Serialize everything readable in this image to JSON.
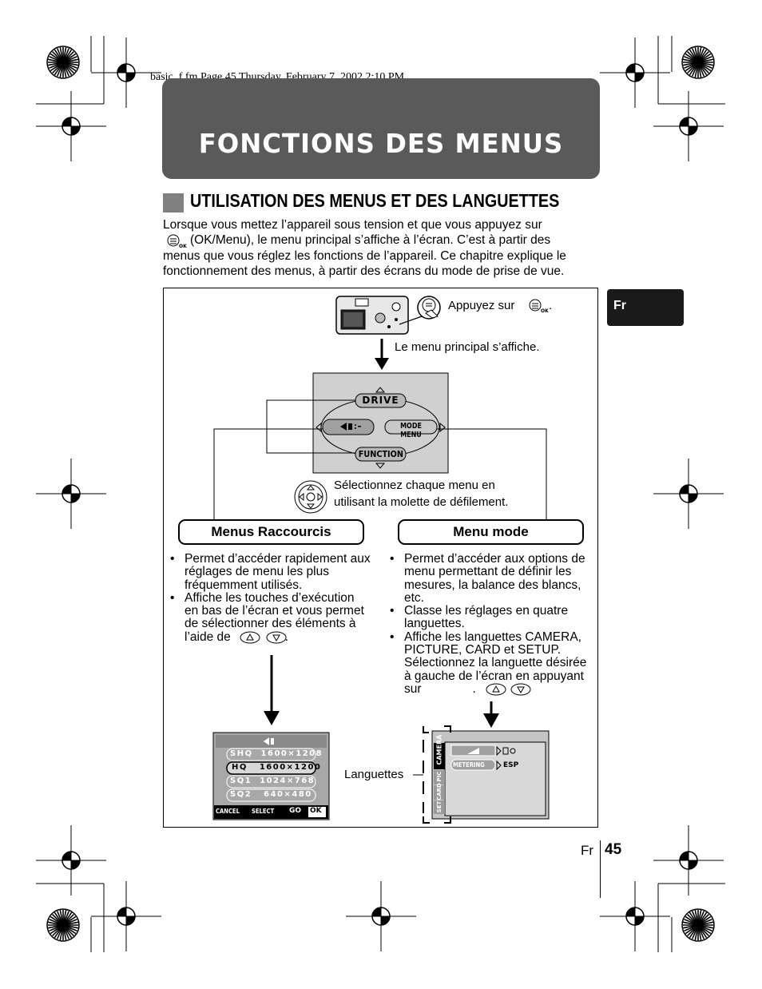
{
  "header_line": "basic_f.fm  Page 45  Thursday, February 7, 2002  2:10 PM",
  "title": "FONCTIONS DES MENUS",
  "section_title": "UTILISATION DES MENUS ET DES LANGUETTES",
  "intro": {
    "line1": "Lorsque vous mettez l’appareil sous tension et que vous appuyez sur",
    "line2": "(OK/Menu), le menu principal s’affiche à l’écran. C’est à partir des",
    "line3": "menus que vous réglez les fonctions de l’appareil. Ce chapitre explique le",
    "line4": "fonctionnement des menus, à partir des écrans du mode de prise de vue."
  },
  "lang_tab": "Fr",
  "diagram": {
    "press_label": "Appuyez sur",
    "press_period": ".",
    "main_menu_label": "Le menu principal s’affiche.",
    "menu_drive": "DRIVE",
    "menu_mode": "MODE MENU",
    "menu_function": "FUNCTION",
    "dial_line1": "Sélectionnez chaque menu en",
    "dial_line2": "utilisant la molette de défilement.",
    "shortcut_title": "Menus Raccourcis",
    "mode_title": "Menu mode",
    "shortcut_bullets": [
      "Permet d’accéder rapidement aux réglages de menu les plus fréquemment utilisés.",
      "Affiche les touches d’exécution en bas de l’écran et vous permet de sélectionner des éléments à l’aide de"
    ],
    "mode_bullets": [
      "Permet d’accéder aux options de menu permettant de définir les mesures, la balance des blancs, etc.",
      "Classe les réglages en quatre languettes.",
      "Affiche les languettes CAMERA, PICTURE, CARD et SETUP. Sélectionnez la languette désirée à gauche de l’écran en appuyant sur"
    ],
    "bullet_end": ".",
    "tabs_label": "Languettes",
    "quality_options": [
      "SHQ  1600×1208",
      "HQ   1600×1200",
      "SQ1  1024×768",
      "SQ2   640×480"
    ],
    "footer_cancel": "CANCEL",
    "footer_select": "SELECT",
    "footer_go": "GO",
    "footer_ok": "OK",
    "tab_camera": "CAMERA",
    "tab_pic": "PIC",
    "tab_card": "CARD",
    "tab_set": "SET",
    "mode_metering": "METERING",
    "mode_esp": "ESP"
  },
  "footer": {
    "lang": "Fr",
    "page_number": "45"
  }
}
